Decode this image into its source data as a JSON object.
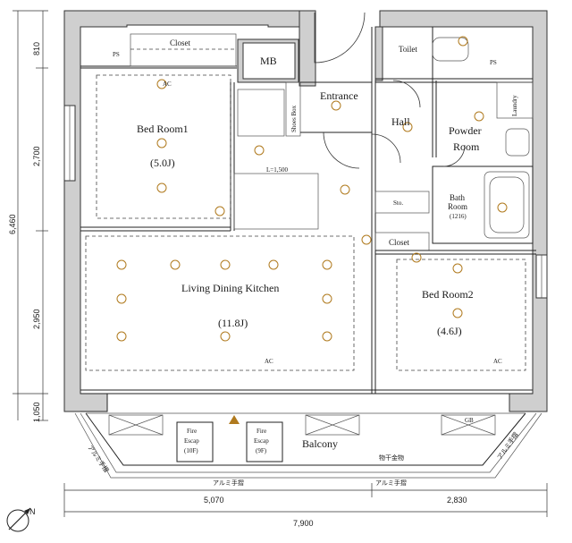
{
  "rooms": {
    "bedroom1_name": "Bed Room1",
    "bedroom1_size": "(5.0J)",
    "ldk_name": "Living Dining Kitchen",
    "ldk_size": "(11.8J)",
    "bedroom2_name": "Bed Room2",
    "bedroom2_size": "(4.6J)",
    "entrance": "Entrance",
    "hall": "Hall",
    "powder_room_1": "Powder",
    "powder_room_2": "Room",
    "bath_room_1": "Bath",
    "bath_room_2": "Room",
    "bath_room_3": "(1216)",
    "toilet": "Toilet",
    "closet_top": "Closet",
    "closet_mid": "Closet",
    "mb": "MB",
    "ps_left": "PS",
    "ps_right": "PS",
    "shoes_box": "Shoes Box",
    "sto": "Sto.",
    "laundry": "Laundry",
    "balcony": "Balcony"
  },
  "fixtures": {
    "kitchen_length": "L=1,500",
    "fire_escape_1": [
      "Fire",
      "Escap",
      "(10F)"
    ],
    "fire_escape_2": [
      "Fire",
      "Escap",
      "(9F)"
    ],
    "gb": "GB",
    "ac_1": "AC",
    "ac_2": "AC",
    "ac_3": "AC",
    "rail_left": "アルミ手摺",
    "rail_bottom_left": "アルミ手摺",
    "rail_bottom_right": "アルミ手摺",
    "rail_right": "アルミ手摺",
    "hardware": "物干金物"
  },
  "dimensions": {
    "vertical_total": "6,460",
    "v_810": "810",
    "v_2700": "2,700",
    "v_2950": "2,950",
    "v_1050": "1,050",
    "h_5070": "5,070",
    "h_2830": "2,830",
    "h_7900": "7,900"
  },
  "compass": {
    "north": "N"
  }
}
